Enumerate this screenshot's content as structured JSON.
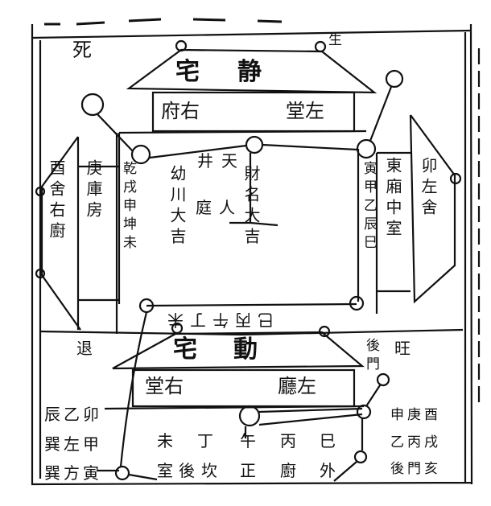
{
  "corners": {
    "top_left": "死",
    "top_right": "生",
    "mid_left": "退",
    "mid_right": "旺",
    "back_door": "後門"
  },
  "upper_house": {
    "roof": [
      "宅",
      "静"
    ],
    "left_room": "府右",
    "right_room": "堂左"
  },
  "courtyard": {
    "well_a": "井",
    "well_b": "天",
    "hall_a": "庭",
    "hall_b": "人",
    "left_col": "幼川大吉",
    "right_col": "財名大吉"
  },
  "left_wing": {
    "outer": "酉舍右廚",
    "middle": "庚庫房",
    "inner": "乾戌申坤未"
  },
  "right_wing": {
    "inner": "寅甲乙辰巳",
    "middle": "東廂中室",
    "outer": "卯左舍"
  },
  "gate_row": "巳丙午丁未",
  "lower_house": {
    "roof": [
      "宅",
      "動"
    ],
    "left_room": "堂右",
    "right_room": "廳左"
  },
  "lower_left_block": [
    "辰乙卯",
    "巽左甲",
    "巽方寅"
  ],
  "lower_court": {
    "top": [
      "未",
      "丁",
      "午",
      "丙",
      "巳"
    ],
    "bottom": [
      "室",
      "後",
      "坎",
      "正",
      "廚",
      "外"
    ]
  },
  "lower_right_block": [
    "申庚酉",
    "乙丙戌",
    "後門亥"
  ]
}
